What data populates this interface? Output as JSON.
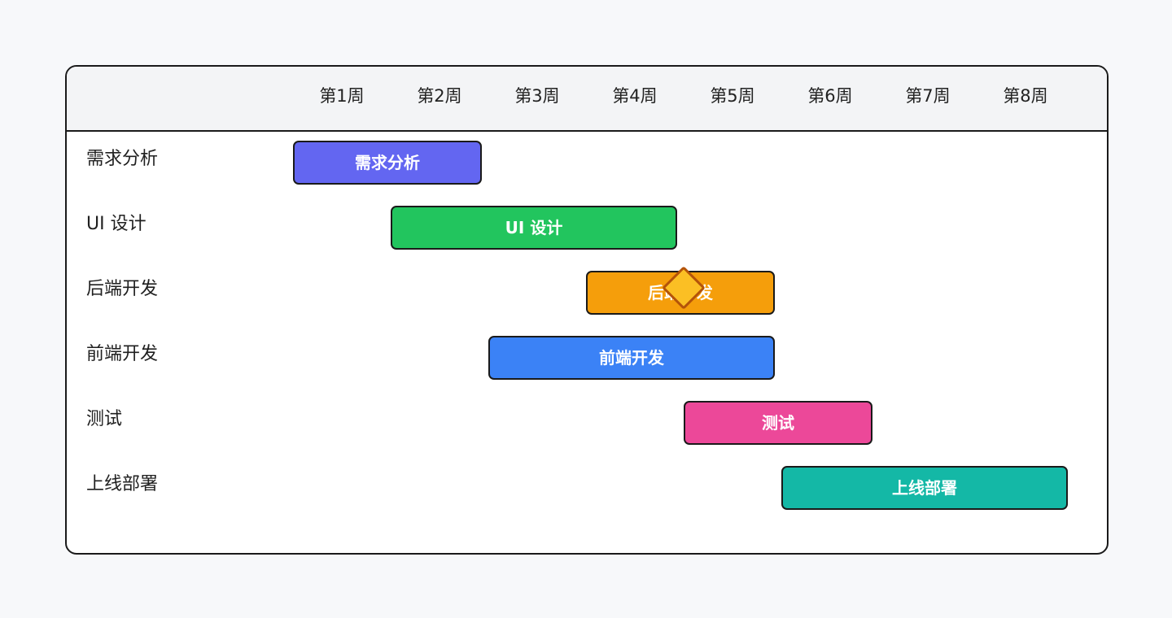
{
  "chart_data": {
    "type": "gantt",
    "unit": "week",
    "weeks": [
      "第1周",
      "第2周",
      "第3周",
      "第4周",
      "第5周",
      "第6周",
      "第7周",
      "第8周"
    ],
    "tasks": [
      {
        "name": "需求分析",
        "label": "需求分析",
        "start": 0,
        "end": 2,
        "color": "#6366f1"
      },
      {
        "name": "UI 设计",
        "label": "UI 设计",
        "start": 1,
        "end": 4,
        "color": "#22c55e"
      },
      {
        "name": "后端开发",
        "label": "后端开发",
        "start": 3,
        "end": 5,
        "color": "#f59e0b"
      },
      {
        "name": "前端开发",
        "label": "前端开发",
        "start": 2,
        "end": 5,
        "color": "#3b82f6"
      },
      {
        "name": "测试",
        "label": "测试",
        "start": 4,
        "end": 6,
        "color": "#ec4899"
      },
      {
        "name": "上线部署",
        "label": "上线部署",
        "start": 5,
        "end": 8,
        "color": "#14b8a6"
      }
    ],
    "milestones": [
      {
        "task_index": 2,
        "week": 4,
        "color": "#fbbf24",
        "border_color": "#b45309"
      }
    ]
  }
}
